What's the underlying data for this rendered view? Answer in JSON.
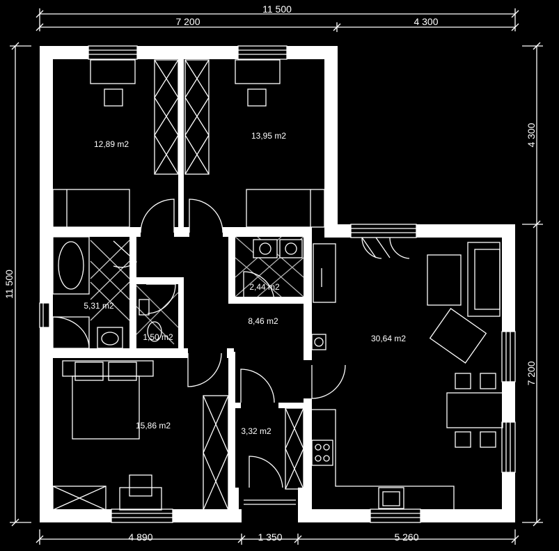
{
  "dimensions": {
    "top_total": "11 500",
    "top_left": "7 200",
    "top_right": "4 300",
    "left_total": "11 500",
    "right_upper": "4 300",
    "right_lower": "7 200",
    "bottom_left": "4 890",
    "bottom_mid": "1 350",
    "bottom_right": "5 260"
  },
  "rooms": {
    "bedroom_left": "12,89 m2",
    "bedroom_right": "13,95 m2",
    "bathroom": "5,31 m2",
    "wc": "1,50 m2",
    "utility": "2,44 m2",
    "hall": "8,46 m2",
    "living": "30,64 m2",
    "bedroom_master": "15,86 m2",
    "closet": "3,32 m2"
  },
  "colors": {
    "background": "#000000",
    "lines": "#ffffff"
  }
}
